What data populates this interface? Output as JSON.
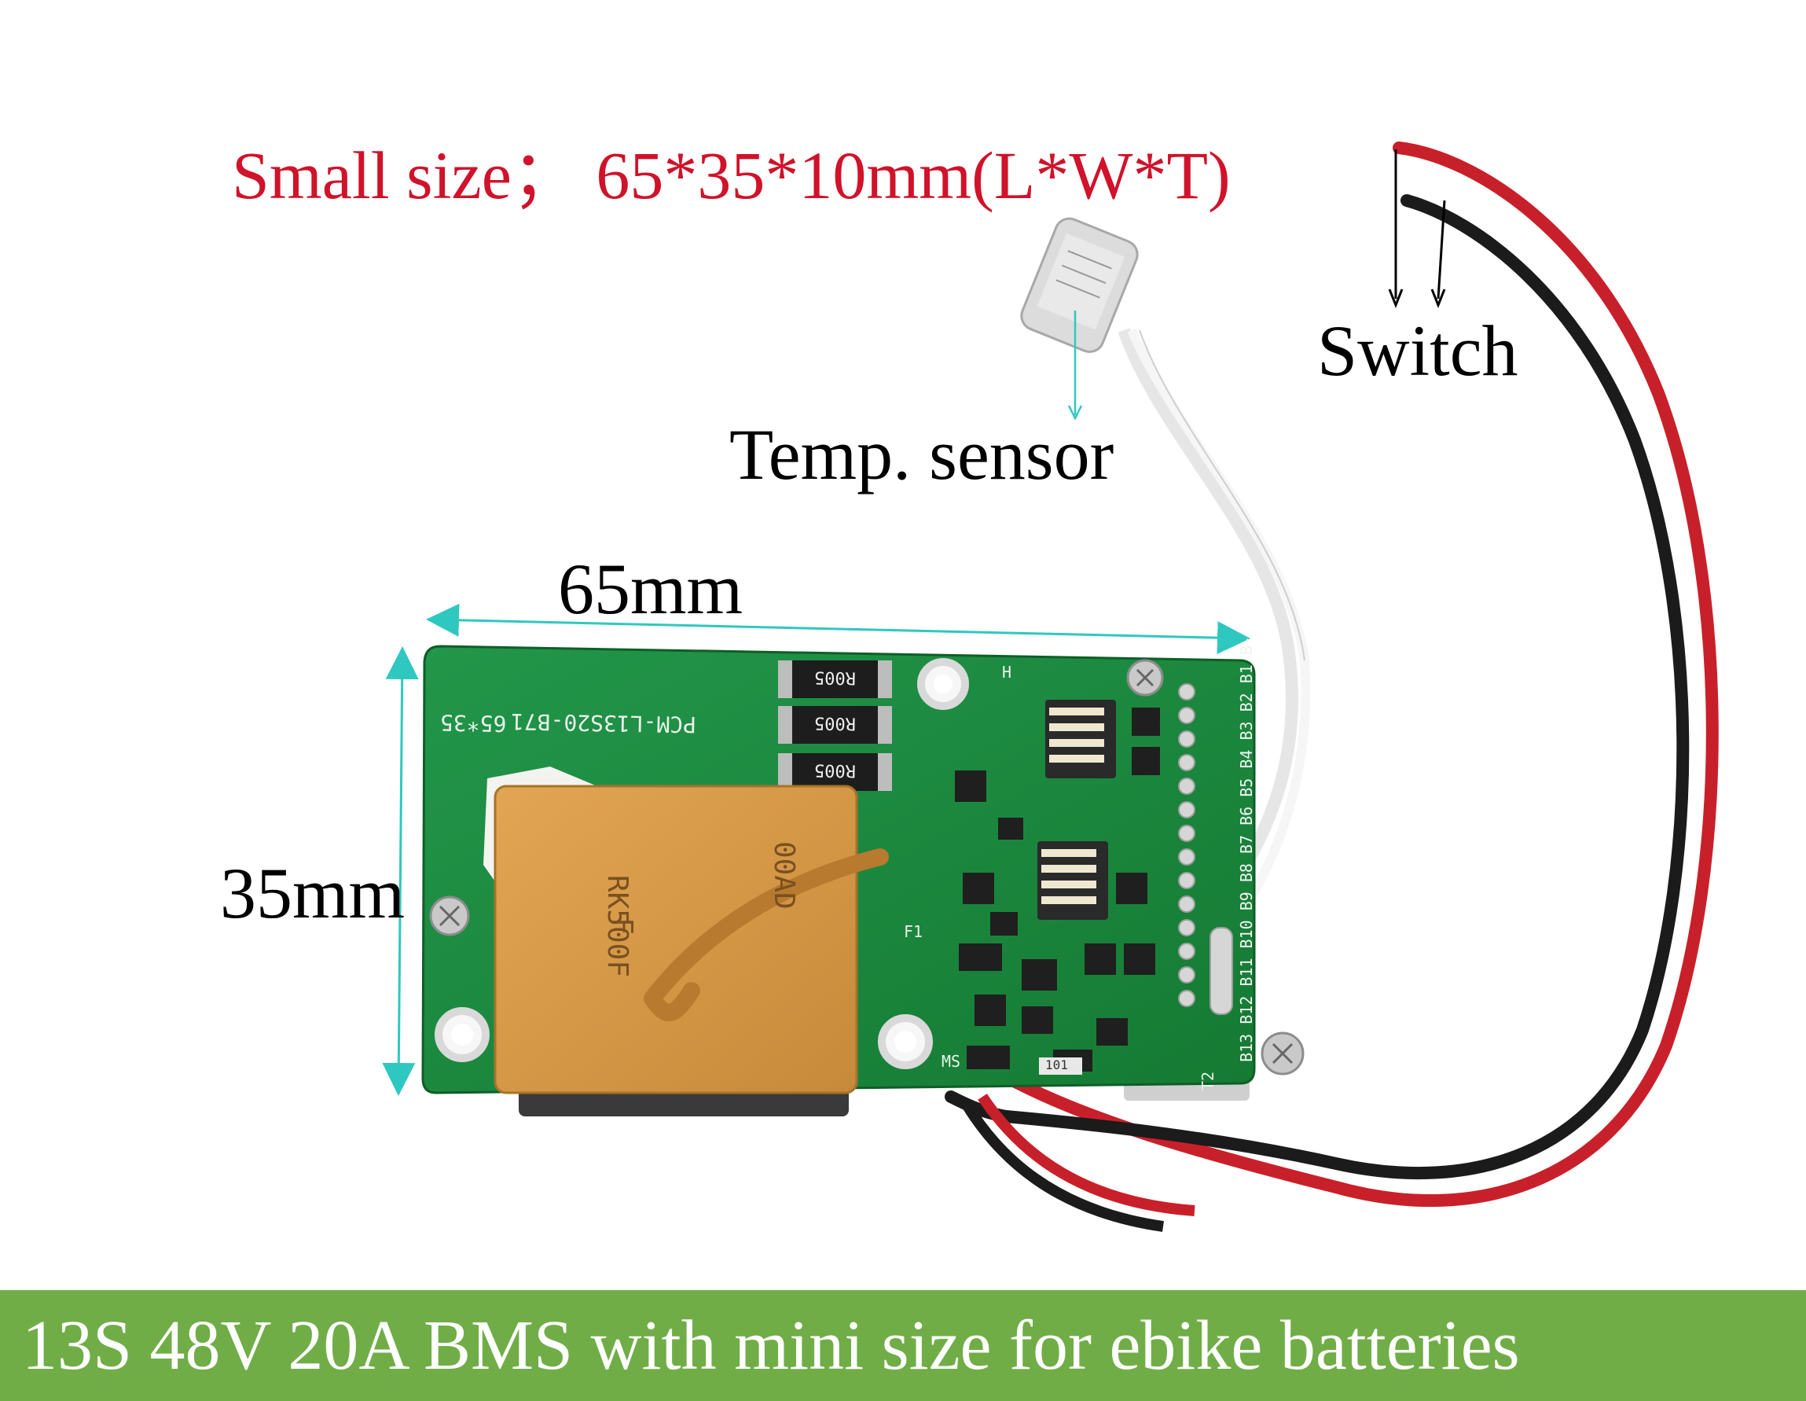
{
  "labels": {
    "size_note": "Small size； 65*35*10mm(L*W*T)",
    "switch": "Switch",
    "temp_sensor": "Temp. sensor",
    "length": "65mm",
    "width": "35mm"
  },
  "banner": {
    "text": "13S 48V 20A BMS with mini size for ebike batteries"
  },
  "board": {
    "model": "PCM-L13S20-B71",
    "size_mark": "65*35",
    "shunt_marks": [
      "R005",
      "R005",
      "R005"
    ],
    "fuse_marks": [
      "F",
      "RK500F",
      "00AD"
    ],
    "cell_pins": "B13 B12 B11 B10 B9 B8 B7 B6 B5 B4 B3 B2 B1 B-",
    "small_marks": [
      "H",
      "F1",
      "MS",
      "T2",
      "101"
    ]
  },
  "colors": {
    "banner": "#70ad47",
    "title": "#d0122a",
    "pcb": "#1c8a3c",
    "fuse": "#d79a45",
    "dimension_arrow": "#2fc8c0"
  }
}
